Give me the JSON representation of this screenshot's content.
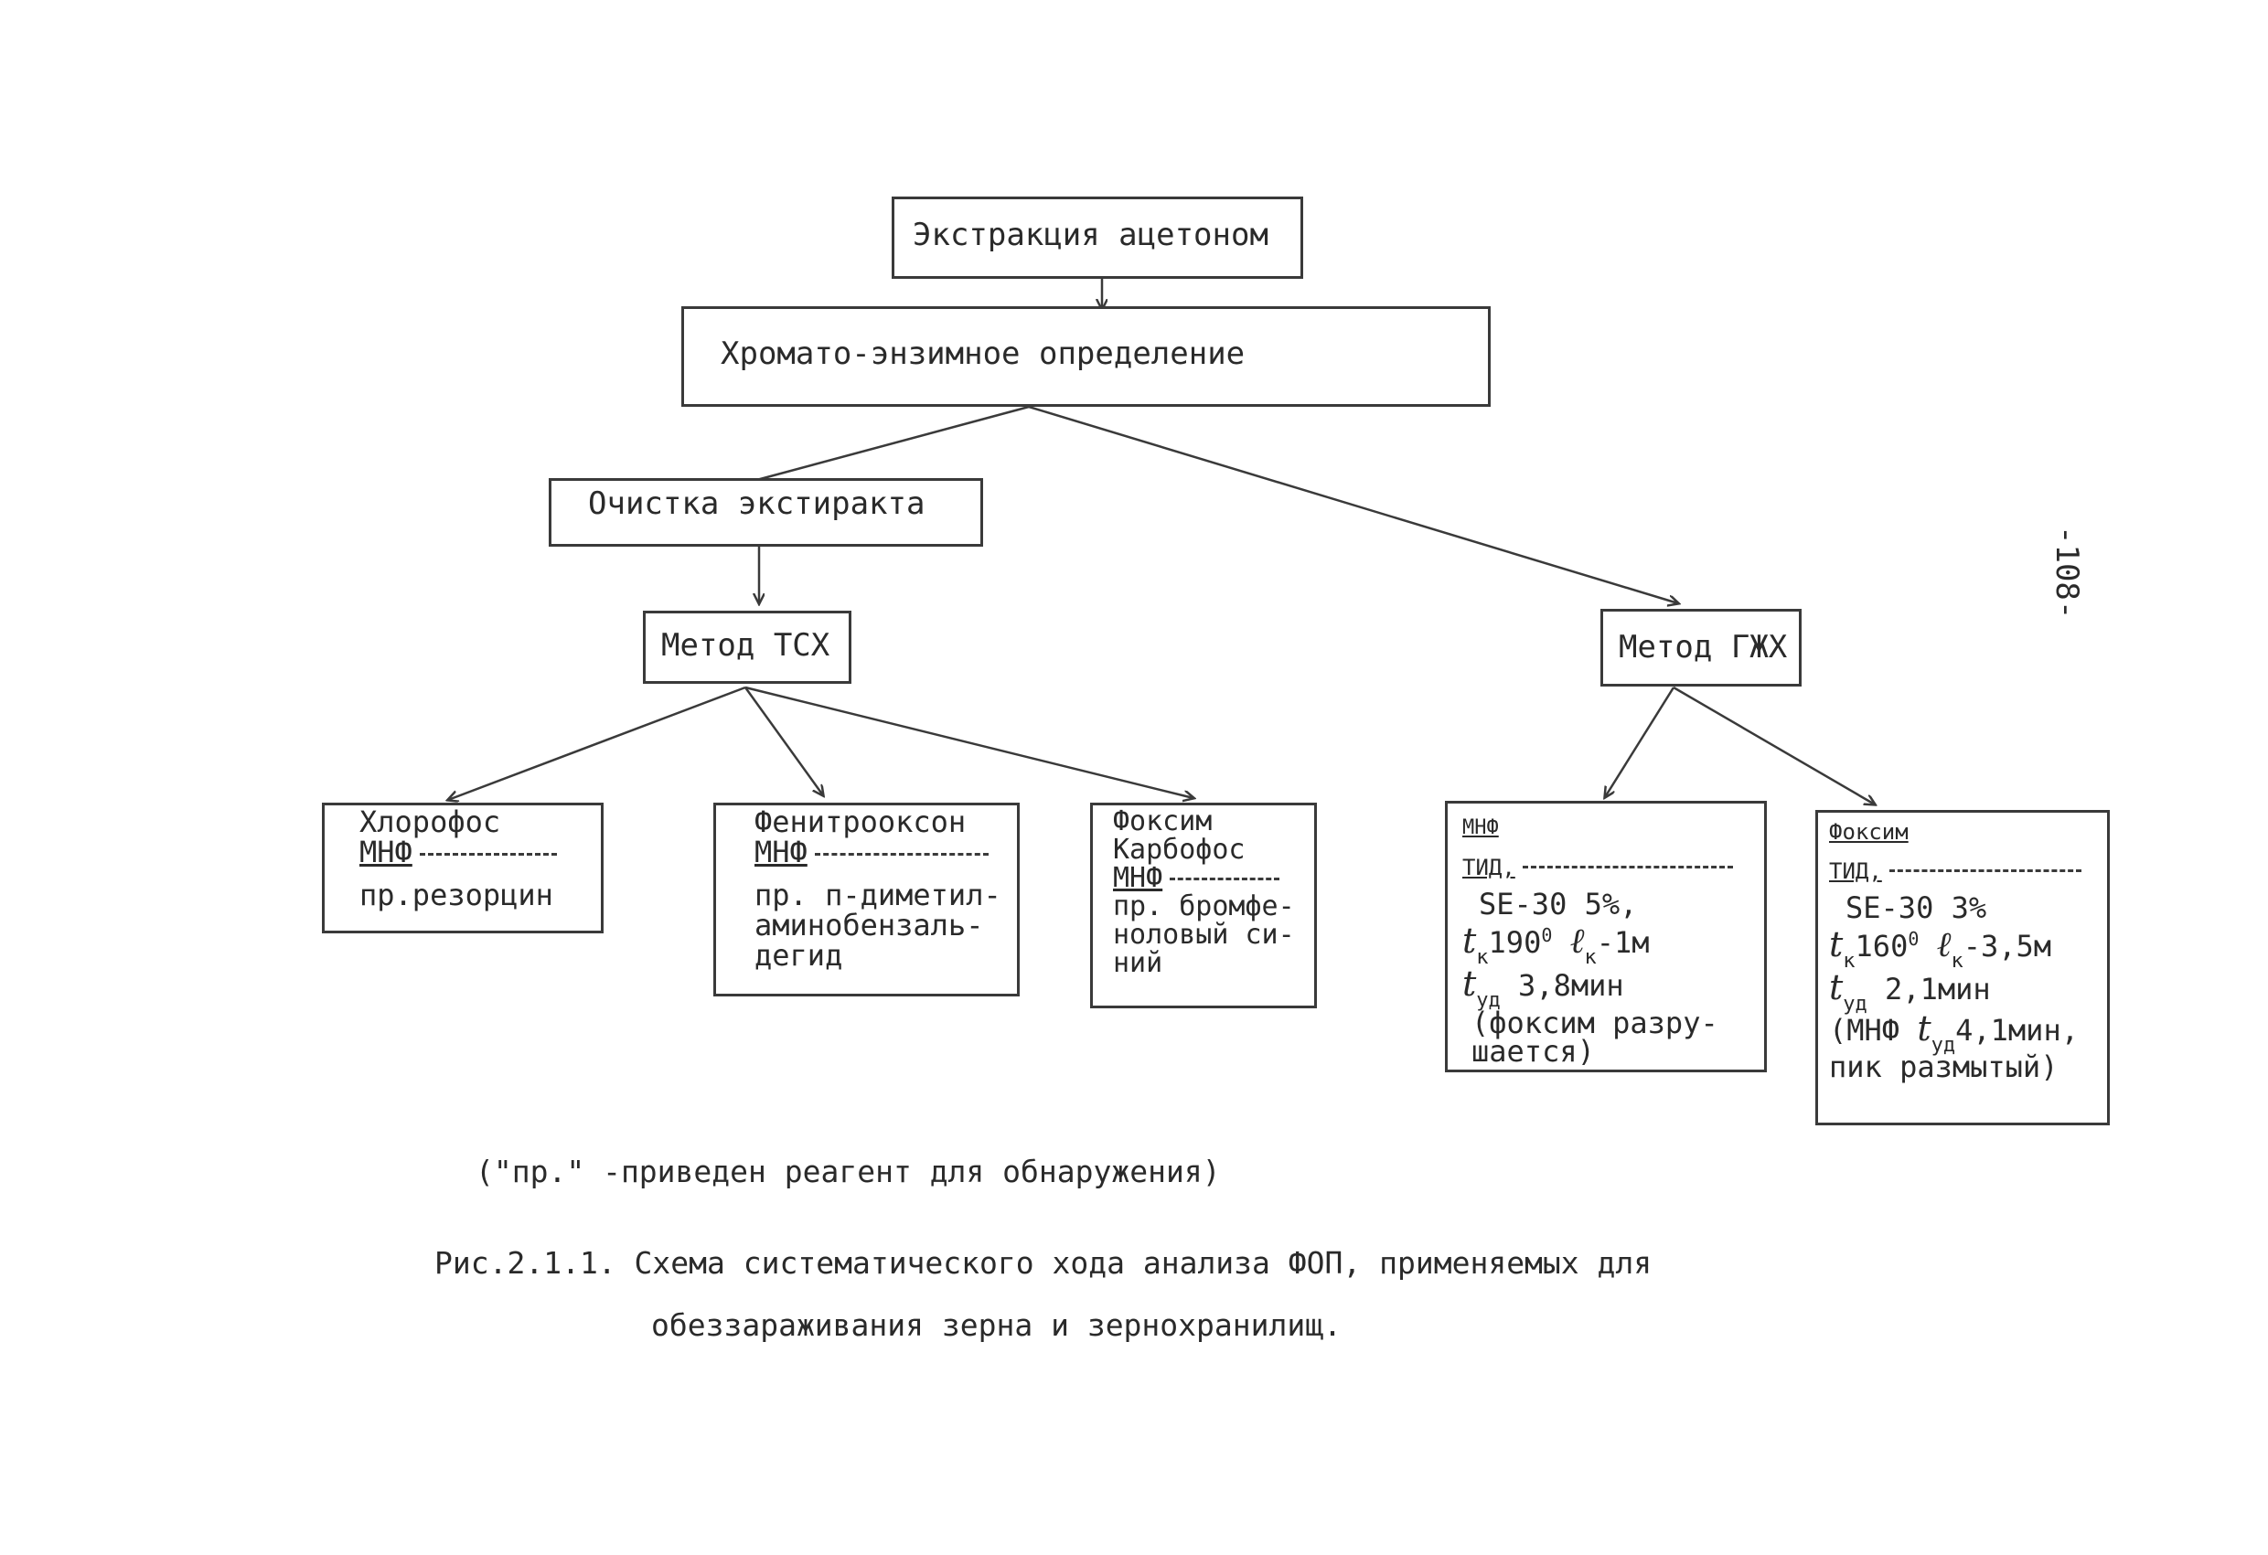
{
  "page_number": "-108-",
  "boxes": {
    "extraction": "Экстракция ацетоном",
    "chromato": "Хромато-энзимное определение",
    "cleanup": "Очистка экстиракта",
    "tlc": "Метод ТСХ",
    "glc": "Метод ГЖХ"
  },
  "tlc_results": {
    "chlorofos": {
      "line1": "Хлорофос",
      "mnf": "МНФ",
      "reagent": "пр.резорцин"
    },
    "fenitrooxon": {
      "line1": "Фенитрооксон",
      "mnf": "МНФ",
      "reagent": [
        "пр. п-диметил-",
        "аминобензаль-",
        "дегид"
      ]
    },
    "phoxim": {
      "line1": "Фоксим",
      "line2": "Карбофос",
      "mnf": "МНФ",
      "reagent": [
        "пр. бромфе-",
        "ноловый си-",
        "ний"
      ]
    }
  },
  "glc_results": {
    "box1": {
      "mnf": "МНФ",
      "tid": "ТИД,",
      "phase": "SE-30 5%,",
      "tk_val": "190",
      "lk_val": "-1м",
      "tud_val": "3,8мин",
      "note": [
        "(фоксим разру-",
        "шается)"
      ]
    },
    "box2": {
      "name": "Фоксим",
      "tid": "ТИД,",
      "phase": "SE-30 3%",
      "tk_val": "160",
      "lk_val": "-3,5м",
      "tud_val": "2,1мин",
      "note_mnf": "(МНФ",
      "note_tud": "4,1мин,",
      "note2": "пик размытый)"
    }
  },
  "symbols": {
    "t": "t",
    "l": "ℓ",
    "sub_k": "к",
    "sub_ud": "уд",
    "degree": "0"
  },
  "footnote": "(\"пр.\" -приведен реагент для обнаружения)",
  "caption": {
    "line1": "Рис.2.1.1. Схема систематического хода анализа ФОП, применяемых для",
    "line2": "обеззараживания зерна и зернохранилищ."
  },
  "colors": {
    "ink": "#3a3a3a"
  }
}
